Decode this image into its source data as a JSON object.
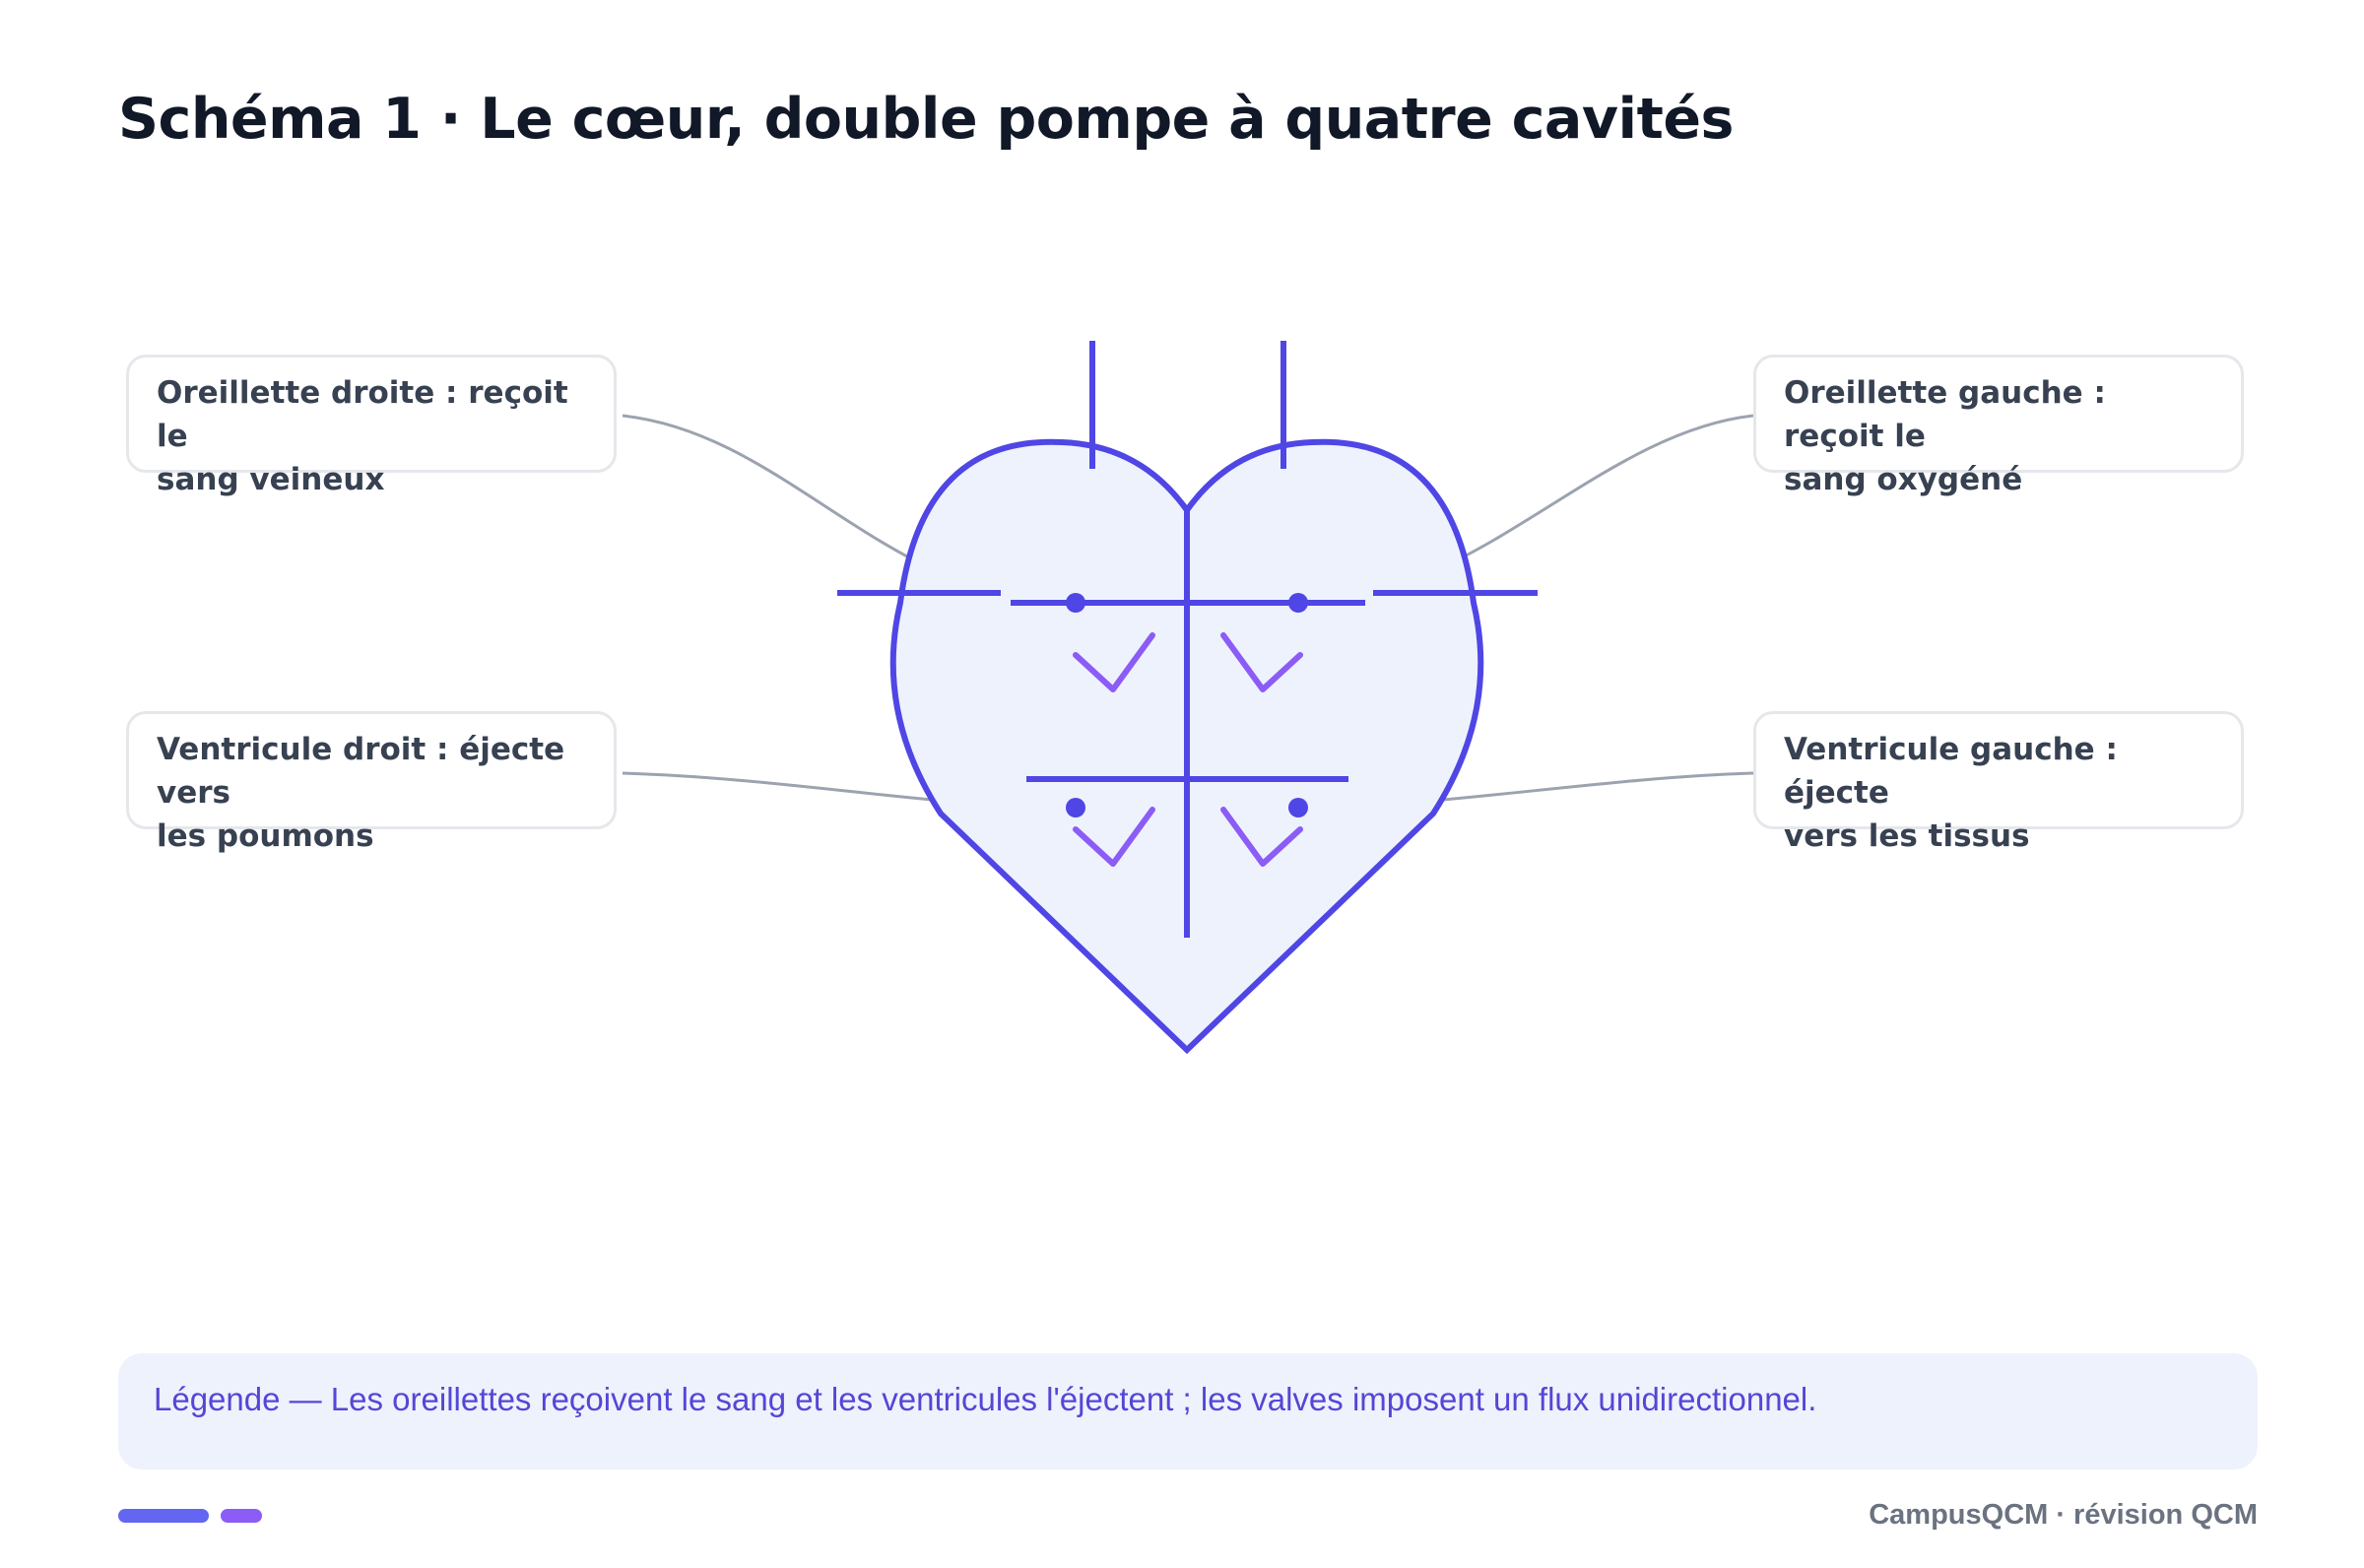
{
  "title": "Schéma 1 · Le cœur, double pompe à quatre cavités",
  "labels": {
    "oreillette_droite": {
      "line1": "Oreillette droite : reçoit le",
      "line2": "sang veineux"
    },
    "oreillette_gauche": {
      "line1": "Oreillette gauche : reçoit le",
      "line2": "sang oxygéné"
    },
    "ventricule_droit": {
      "line1": "Ventricule droit : éjecte vers",
      "line2": "les poumons"
    },
    "ventricule_gauche": {
      "line1": "Ventricule gauche : éjecte",
      "line2": "vers les tissus"
    }
  },
  "legend": "Légende — Les oreillettes reçoivent le sang et les ventricules l'éjectent ; les valves imposent un flux unidirectionnel.",
  "footer": "CampusQCM · révision QCM",
  "colors": {
    "heart_stroke": "#4f46e5",
    "heart_fill": "#eef2fc",
    "valve": "#8b5cf6",
    "connector": "#9ca3af",
    "brand_primary": "#6366f1",
    "brand_secondary": "#8b5cf6"
  }
}
